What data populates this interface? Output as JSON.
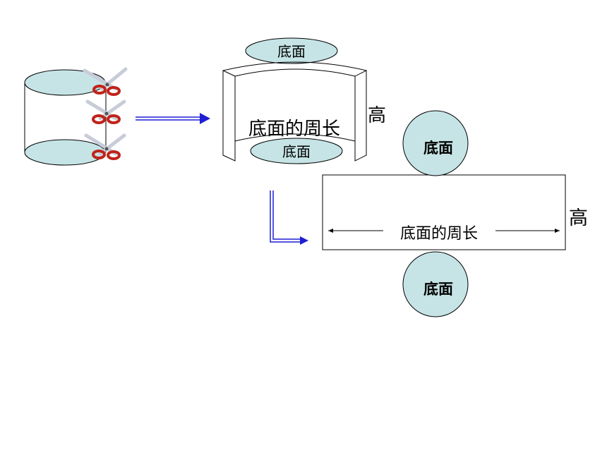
{
  "labels": {
    "base": "底面",
    "base_circumference": "底面的周长",
    "height": "高"
  },
  "colors": {
    "face_fill": "#c6e4e6",
    "stroke": "#000000",
    "arrow_blue": "#1f1fd6",
    "scissors_red": "#c0231a",
    "scissors_blade": "#c8ccd8"
  }
}
